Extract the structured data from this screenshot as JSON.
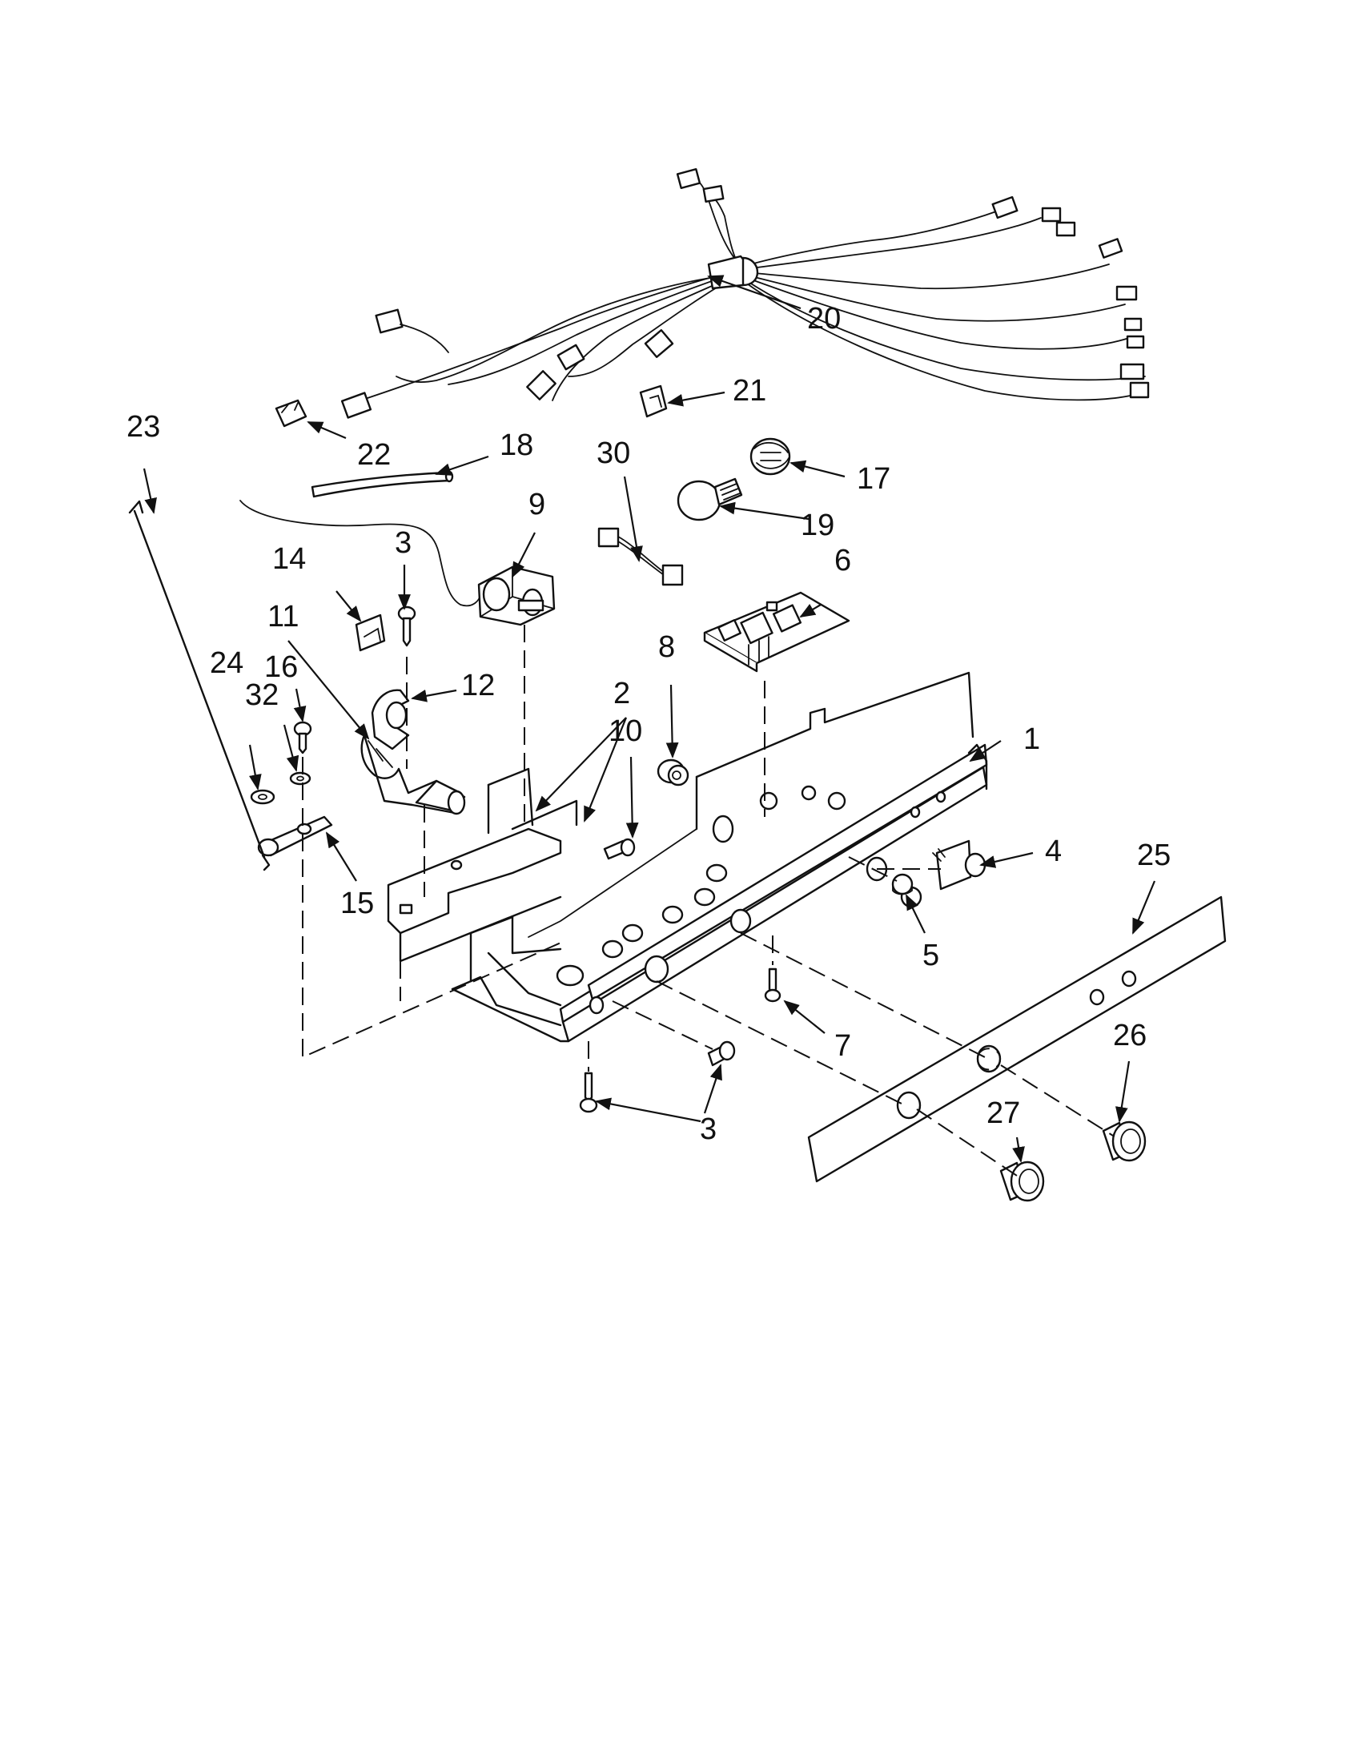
{
  "callouts": [
    {
      "id": "c1",
      "label": "1"
    },
    {
      "id": "c2",
      "label": "2"
    },
    {
      "id": "c3a",
      "label": "3"
    },
    {
      "id": "c3b",
      "label": "3"
    },
    {
      "id": "c4",
      "label": "4"
    },
    {
      "id": "c5",
      "label": "5"
    },
    {
      "id": "c6",
      "label": "6"
    },
    {
      "id": "c7",
      "label": "7"
    },
    {
      "id": "c8",
      "label": "8"
    },
    {
      "id": "c9",
      "label": "9"
    },
    {
      "id": "c10",
      "label": "10"
    },
    {
      "id": "c11",
      "label": "11"
    },
    {
      "id": "c12",
      "label": "12"
    },
    {
      "id": "c14",
      "label": "14"
    },
    {
      "id": "c15",
      "label": "15"
    },
    {
      "id": "c16",
      "label": "16"
    },
    {
      "id": "c17",
      "label": "17"
    },
    {
      "id": "c18",
      "label": "18"
    },
    {
      "id": "c19",
      "label": "19"
    },
    {
      "id": "c20",
      "label": "20"
    },
    {
      "id": "c21",
      "label": "21"
    },
    {
      "id": "c22",
      "label": "22"
    },
    {
      "id": "c23",
      "label": "23"
    },
    {
      "id": "c24",
      "label": "24"
    },
    {
      "id": "c25",
      "label": "25"
    },
    {
      "id": "c26",
      "label": "26"
    },
    {
      "id": "c27",
      "label": "27"
    },
    {
      "id": "c30",
      "label": "30"
    },
    {
      "id": "c32",
      "label": "32"
    }
  ]
}
